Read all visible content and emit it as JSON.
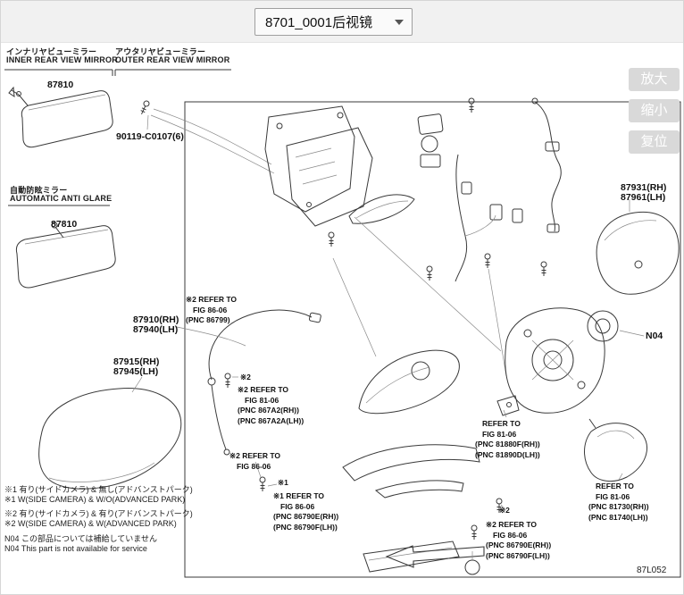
{
  "header": {
    "figure_selector": "8701_0001后视镜"
  },
  "controls": {
    "zoom_in": "放大",
    "zoom_out": "缩小",
    "reset": "复位"
  },
  "section_headers": {
    "inner_jp": "インナリヤビューミラー",
    "inner_en": "INNER REAR VIEW MIRROR",
    "outer_jp": "アウタリヤビューミラー",
    "outer_en": "OUTER REAR VIEW MIRROR",
    "antiglare_jp": "自動防眩ミラー",
    "antiglare_en": "AUTOMATIC ANTI GLARE"
  },
  "part_labels": {
    "inner_mirror": "87810",
    "antiglare_mirror": "87810",
    "mount_screw": "90119-C0107(6)",
    "outer_mirror_rh": "87910(RH)",
    "outer_mirror_lh": "87940(LH)",
    "cover_rh": "87915(RH)",
    "cover_lh": "87945(LH)",
    "glass_rh": "87931(RH)",
    "glass_lh": "87961(LH)",
    "not_serviced": "N04"
  },
  "notes": {
    "n1": {
      "l1": "※2 REFER TO",
      "l2": "FIG 86-06",
      "l3": "(PNC 86799)"
    },
    "n2_flag": "※2",
    "n2": {
      "l1": "※2 REFER TO",
      "l2": "FIG 81-06",
      "l3": "(PNC 867A2(RH))",
      "l4": "(PNC 867A2A(LH))"
    },
    "n3": {
      "l1": "※2 REFER TO",
      "l2": "FIG 86-06"
    },
    "n4_flag": "※1",
    "n4": {
      "l1": "※1 REFER TO",
      "l2": "FIG 86-06",
      "l3": "(PNC 86790E(RH))",
      "l4": "(PNC 86790F(LH))"
    },
    "n5": {
      "l1": "REFER TO",
      "l2": "FIG 81-06",
      "l3": "(PNC 81880F(RH))",
      "l4": "(PNC 81890D(LH))"
    },
    "n6": {
      "l1": "REFER TO",
      "l2": "FIG 81-06",
      "l3": "(PNC 81730(RH))",
      "l4": "(PNC 81740(LH))"
    },
    "n7_flag": "※2",
    "n7": {
      "l1": "※2 REFER TO",
      "l2": "FIG 86-06",
      "l3": "(PNC 86790E(RH))",
      "l4": "(PNC 86790F(LH))"
    }
  },
  "footnotes": [
    "※1 有り(サイドカメラ) & 無し(アドバンストパーク)",
    "※1 W(SIDE CAMERA) & W/O(ADVANCED PARK)",
    "※2 有り(サイドカメラ) & 有り(アドバンストパーク)",
    "※2 W(SIDE CAMERA) & W(ADVANCED PARK)",
    "N04 この部品については補給していません",
    "N04 This part is not available for service"
  ],
  "figure_code": "87L052"
}
